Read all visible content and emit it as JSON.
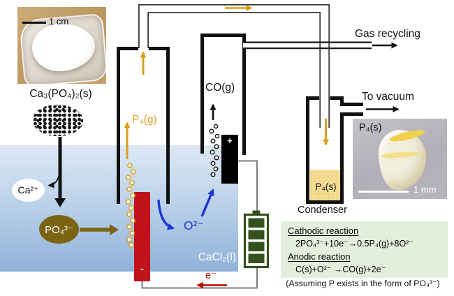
{
  "colors": {
    "gold": "#d7a01d",
    "olive": "#7a6414",
    "red": "#c1121c",
    "electron-red": "#c00000",
    "blue": "#1c3ad2",
    "battery-green": "#34511d",
    "wire-gray": "#7d7d7d",
    "liquid-top": "#dde9f5",
    "liquid-bottom": "#8fb2d9",
    "box-green": "#e3efdc",
    "deposit-yellow": "#f6dd95"
  },
  "feed_photo": {
    "scale_label": "1 cm",
    "caption": "Ca₃(PO₄)₂(s)"
  },
  "melt": {
    "electrolyte_label": "CaCl₂(l)",
    "ca_ion": "Ca²⁺",
    "po4_ion": "PO₄³⁻",
    "o2_ion": "O²⁻"
  },
  "cell": {
    "cathode_sign": "-",
    "anode_sign": "+",
    "p4_gas": "P₄(g)",
    "co_gas": "CO(g)",
    "electron": "e⁻"
  },
  "piping": {
    "gas_recycling": "Gas recycling",
    "to_vacuum": "To vacuum"
  },
  "condenser": {
    "caption": "Condenser",
    "deposit_label": "P₄(s)"
  },
  "product_photo": {
    "label": "P₄(s)",
    "scale_label": "1 mm"
  },
  "reactions": {
    "cathodic_title": "Cathodic reaction",
    "cathodic_equation": "2PO₄³⁻+10e⁻→0.5P₄(g)+8O²⁻",
    "anodic_title": "Anodic reaction",
    "anodic_equation": "C(s)+O²⁻ →CO(g)+2e⁻",
    "assumption_note": "(Assuming P exists in the form of PO₄³⁻)"
  }
}
